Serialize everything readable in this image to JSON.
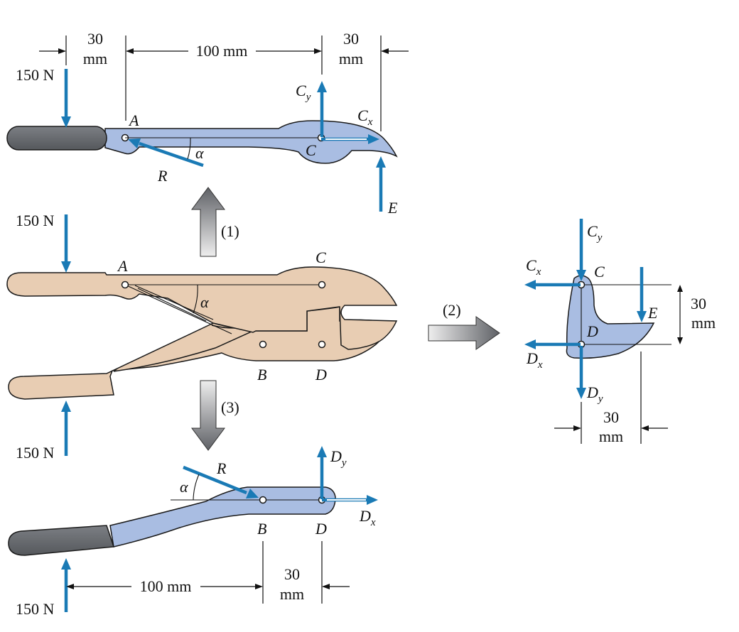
{
  "colors": {
    "handle_skin": "#e8cdb3",
    "member_fill": "#a9bde2",
    "grip": "#6b6e72",
    "force_arrow": "#1a7ab5",
    "outline": "#1a1a1a"
  },
  "top": {
    "dim_left": [
      "30",
      "mm"
    ],
    "dim_mid": "100 mm",
    "dim_right": [
      "30",
      "mm"
    ],
    "load": "150 N",
    "A": "A",
    "C": "C",
    "R": "R",
    "alpha": "α",
    "E": "E",
    "Cy": {
      "main": "C",
      "sub": "y"
    },
    "Cx": {
      "main": "C",
      "sub": "x"
    }
  },
  "middle": {
    "load_top": "150 N",
    "load_bottom": "150 N",
    "A": "A",
    "C": "C",
    "B": "B",
    "D": "D",
    "alpha": "α",
    "step1": "(1)",
    "step2": "(2)",
    "step3": "(3)"
  },
  "bottom": {
    "load": "150 N",
    "R": "R",
    "alpha": "α",
    "B": "B",
    "D": "D",
    "Dy": {
      "main": "D",
      "sub": "y"
    },
    "Dx": {
      "main": "D",
      "sub": "x"
    },
    "dim_mid": "100 mm",
    "dim_right": [
      "30",
      "mm"
    ]
  },
  "jaw": {
    "Cy": {
      "main": "C",
      "sub": "y"
    },
    "Cx": {
      "main": "C",
      "sub": "x"
    },
    "C": "C",
    "D": "D",
    "E": "E",
    "Dx": {
      "main": "D",
      "sub": "x"
    },
    "Dy": {
      "main": "D",
      "sub": "y"
    },
    "dim_vert": [
      "30",
      "mm"
    ],
    "dim_horz": [
      "30",
      "mm"
    ]
  }
}
